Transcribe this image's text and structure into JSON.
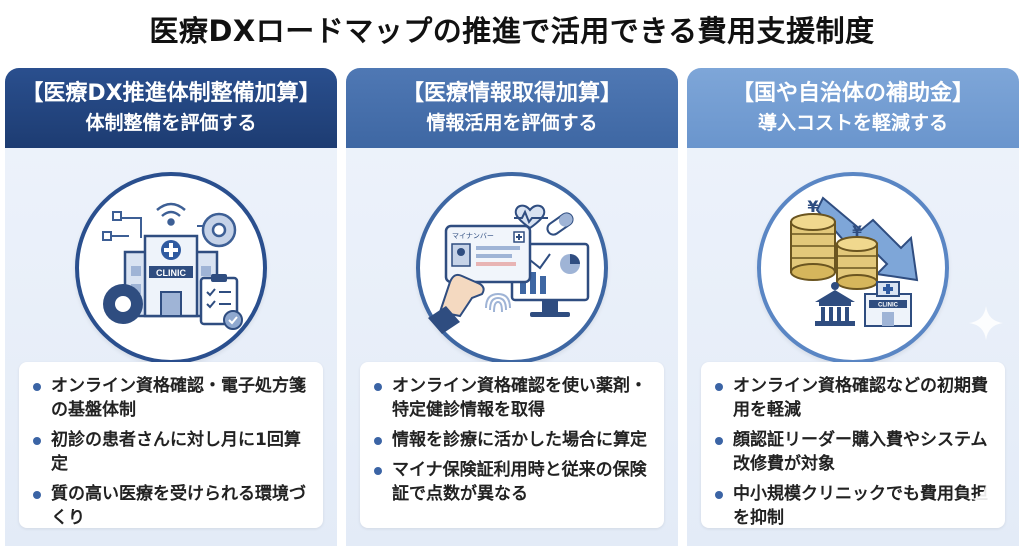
{
  "title": "医療DXロードマップの推進で活用できる費用支援制度",
  "columns": [
    {
      "header_main": "【医療DX推進体制整備加算】",
      "header_sub": "体制整備を評価する",
      "illustration": {
        "icons": [
          "clinic-icon",
          "gear-icon",
          "checklist-icon",
          "wifi-icon",
          "network-icon"
        ],
        "sign_text": "CLINIC"
      },
      "items": [
        "オンライン資格確認・電子処方箋の基盤体制",
        "初診の患者さんに対し月に1回算定",
        "質の高い医療を受けられる環境づくり"
      ]
    },
    {
      "header_main": "【医療情報取得加算】",
      "header_sub": "情報活用を評価する",
      "illustration": {
        "icons": [
          "card-icon",
          "hand-icon",
          "monitor-chart-icon",
          "heart-icon",
          "pill-icon",
          "fingerprint-icon"
        ],
        "card_text": "マイナンバー"
      },
      "items": [
        "オンライン資格確認を使い薬剤・特定健診情報を取得",
        "情報を診療に活かした場合に算定",
        "マイナ保険証利用時と従来の保険証で点数が異なる"
      ]
    },
    {
      "header_main": "【国や自治体の補助金】",
      "header_sub": "導入コストを軽減する",
      "illustration": {
        "icons": [
          "yen-coins-icon",
          "down-arrow-icon",
          "government-building-icon",
          "clinic-icon"
        ],
        "coin_symbol": "¥",
        "sign_text": "CLINIC"
      },
      "items": [
        "オンライン資格確認などの初期費用を軽減",
        "顔認証リーダー購入費やシステム改修費が対象",
        "中小規模クリニックでも費用負担を抑制"
      ]
    }
  ],
  "colors": {
    "col1_header": "#1d3c72",
    "col2_header": "#3e67a3",
    "col3_header": "#6a95cd",
    "bullet": "#3b64a5"
  }
}
